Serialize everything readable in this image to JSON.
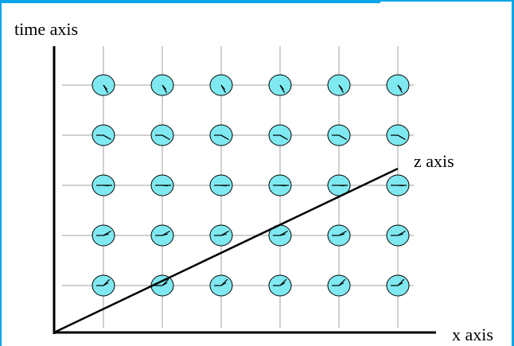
{
  "labels": {
    "time_axis": "time axis",
    "z_axis": "z axis",
    "x_axis": "x axis"
  },
  "colors": {
    "accent": "#0aa5e8",
    "clock_fill": "#7fe8f0",
    "grid": "#a0a0a0",
    "axis": "#000000"
  },
  "clocks": {
    "columns": 6,
    "rows": 5,
    "row_hands": [
      {
        "minute_deg": 150,
        "hour_deg": 140
      },
      {
        "minute_deg": 120,
        "hour_deg": 120
      },
      {
        "minute_deg": 90,
        "hour_deg": 95
      },
      {
        "minute_deg": 60,
        "hour_deg": 75
      },
      {
        "minute_deg": 45,
        "hour_deg": 60
      }
    ]
  }
}
